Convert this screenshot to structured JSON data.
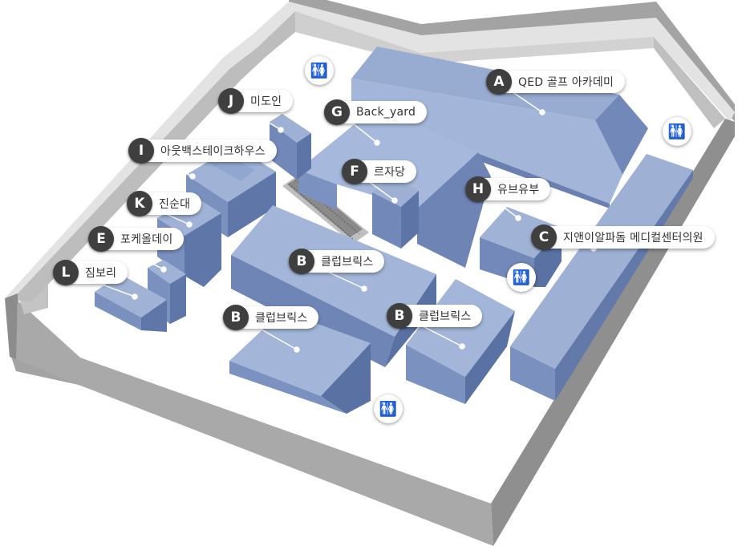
{
  "colors": {
    "block_top": "#9fb3d6",
    "block_side": "#6d83b3",
    "block_front": "#556c9e",
    "floor": "#ffffff",
    "wall_top": "#e6e6e6",
    "wall_side": "#9a9a9a",
    "badge": "#3f3f3f"
  },
  "stores": [
    {
      "code": "A",
      "name": "QED 골프 아카데미"
    },
    {
      "code": "G",
      "name": "Back_yard"
    },
    {
      "code": "J",
      "name": "미도인"
    },
    {
      "code": "I",
      "name": "아웃백스테이크하우스"
    },
    {
      "code": "F",
      "name": "르자당"
    },
    {
      "code": "H",
      "name": "유브유부"
    },
    {
      "code": "K",
      "name": "진순대"
    },
    {
      "code": "C",
      "name": "지앤이알파돔 메디컬센터의원"
    },
    {
      "code": "E",
      "name": "포케올데이"
    },
    {
      "code": "B",
      "name": "클럽브릭스"
    },
    {
      "code": "L",
      "name": "짐보리"
    },
    {
      "code": "B",
      "name": "클럽브릭스"
    },
    {
      "code": "B",
      "name": "클럽브릭스"
    }
  ],
  "restrooms": [
    {
      "icon": "restroom-icon",
      "symbol": "🚻"
    },
    {
      "icon": "restroom-icon",
      "symbol": "🚻"
    },
    {
      "icon": "restroom-icon",
      "symbol": "🚻"
    },
    {
      "icon": "restroom-icon",
      "symbol": "🚻"
    }
  ],
  "escalator": {
    "icon": "escalator-icon"
  }
}
